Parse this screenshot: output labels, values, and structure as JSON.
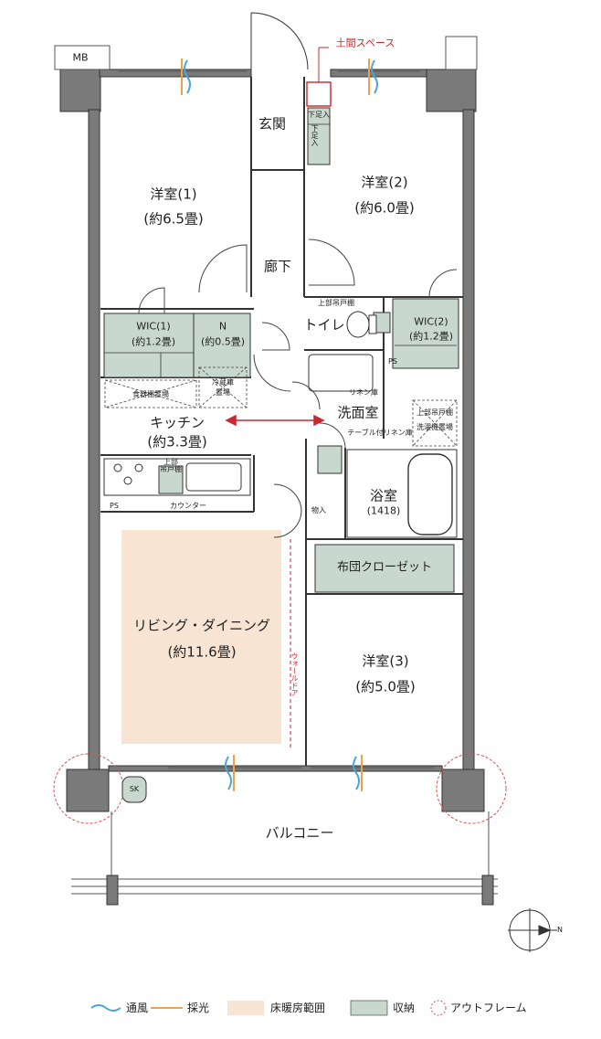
{
  "labels": {
    "mb": "MB",
    "doma_space": "土間スペース",
    "shoe_cabinet_a": "下足入",
    "shoe_cabinet_b": "下足入",
    "genkan": "玄関",
    "room1_name": "洋室(1)",
    "room1_size": "(約6.5畳)",
    "room2_name": "洋室(2)",
    "room2_size": "(約6.0畳)",
    "corridor": "廊下",
    "toilet": "トイレ",
    "upper_cabinet": "上部吊戸棚",
    "wic1_name": "WIC(1)",
    "wic1_size": "(約1.2畳)",
    "n_name": "N",
    "n_size": "(約0.5畳)",
    "wic2_name": "WIC(2)",
    "wic2_size": "(約1.2畳)",
    "ps_top": "PS",
    "linen": "リネン庫",
    "dish_shelf": "食器棚置場",
    "fridge_a": "冷蔵庫",
    "fridge_b": "置場",
    "kitchen_name": "キッチン",
    "kitchen_size": "(約3.3畳)",
    "washroom": "洗面室",
    "washer_a": "上部吊戸棚",
    "washer_b": "洗濯機置場",
    "table_linen": "テーブル付リネン庫",
    "upper_a": "上部",
    "upper_b": "吊戸棚",
    "counter": "カウンター",
    "ps_bottom": "PS",
    "storage": "物入",
    "bath_name": "浴室",
    "bath_size": "(1418)",
    "futon": "布団クローゼット",
    "living_name": "リビング・ダイニング",
    "living_size": "(約11.6畳)",
    "wall_door": "ウォールドア",
    "room3_name": "洋室(3)",
    "room3_size": "(約5.0畳)",
    "sk": "SK",
    "balcony": "バルコニー",
    "north": "N"
  },
  "legend": {
    "ventilation": "通風",
    "daylight": "採光",
    "floor_heating": "床暖房範囲",
    "storage": "収納",
    "outframe": "アウトフレーム"
  },
  "colors": {
    "wall": "#7a7a7a",
    "storage": "#c9d8cf",
    "floor_heating": "#f7e4d2",
    "ventilation": "#4aa6d8",
    "daylight": "#f0a04b",
    "outframe": "#d9534f",
    "accent_red": "#c8282d"
  }
}
